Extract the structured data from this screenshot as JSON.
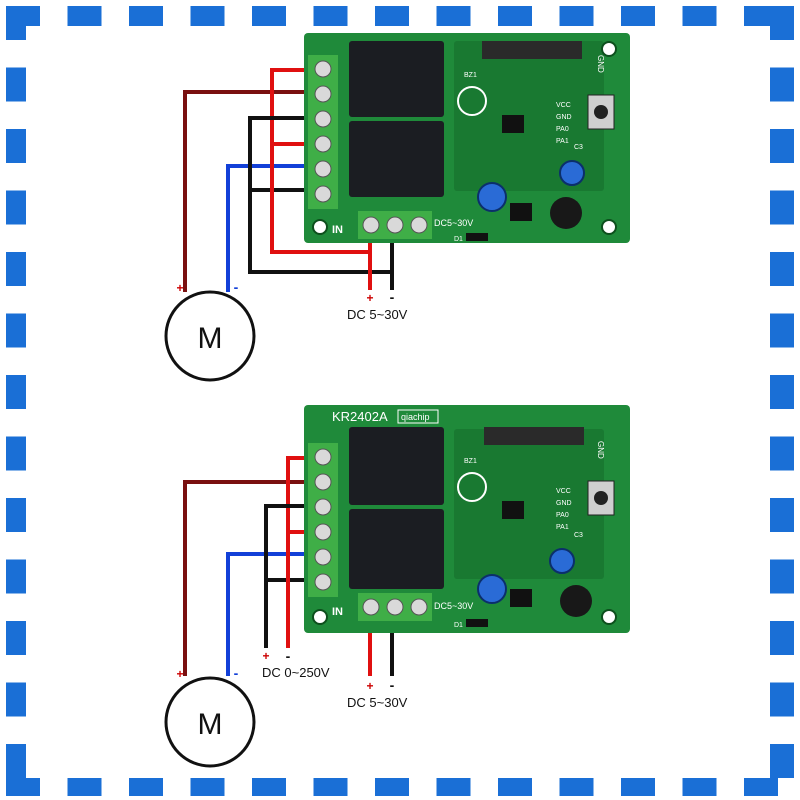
{
  "colors": {
    "frame_blue": "#1a6fd6",
    "pcb_green": "#1f8a3a",
    "pcb_dark": "#0f5a22",
    "relay": "#1b1d22",
    "terminal": "#3fae47",
    "wire_red": "#e01010",
    "wire_black": "#111111",
    "wire_blue": "#1240d8",
    "wire_brown": "#7a1010"
  },
  "diagrams": [
    {
      "motor_label": "M",
      "motor_plus": "+",
      "motor_minus": "-",
      "input_label": "IN",
      "board_power_label": "DC5~30V",
      "supply_plus": "+",
      "supply_minus": "-",
      "supply_label": "DC 5~30V",
      "silkscreen": [
        "BZ1",
        "VCC",
        "GND",
        "PA0",
        "PA1",
        "C3",
        "GND",
        "D1"
      ],
      "model_label": "",
      "brand_label": "",
      "load_plus": "",
      "load_minus": "",
      "load_label": ""
    },
    {
      "motor_label": "M",
      "motor_plus": "+",
      "motor_minus": "-",
      "input_label": "IN",
      "board_power_label": "DC5~30V",
      "supply_plus": "+",
      "supply_minus": "-",
      "supply_label": "DC 5~30V",
      "silkscreen": [
        "BZ1",
        "VCC",
        "GND",
        "PA0",
        "PA1",
        "C3",
        "GND",
        "D1"
      ],
      "model_label": "KR2402A",
      "brand_label": "qiachip",
      "load_plus": "+",
      "load_minus": "-",
      "load_label": "DC 0~250V"
    }
  ]
}
